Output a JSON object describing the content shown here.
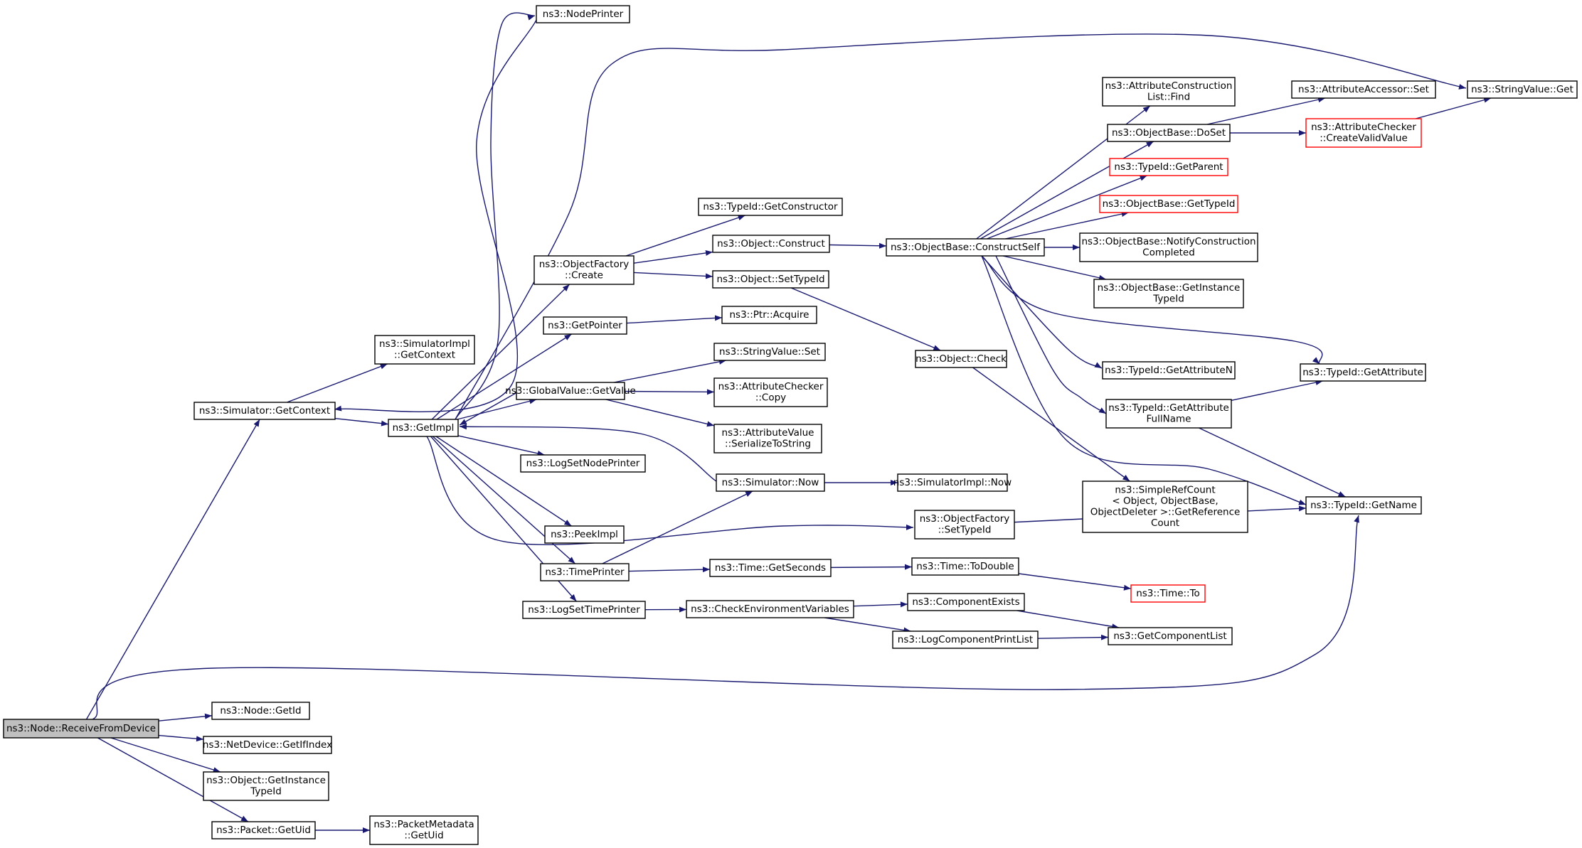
{
  "diagram": {
    "colors": {
      "edge": "#191970",
      "border": "#000000",
      "truncated_border": "#ff0000",
      "root_fill": "#bfbfbf"
    },
    "nodes": [
      {
        "id": "node_receive",
        "lines": [
          "ns3::Node::ReceiveFromDevice"
        ],
        "root": true
      },
      {
        "id": "node_getid",
        "lines": [
          "ns3::Node::GetId"
        ]
      },
      {
        "id": "nd_getifindex",
        "lines": [
          "ns3::NetDevice::GetIfIndex"
        ]
      },
      {
        "id": "obj_getinstancetypeid",
        "lines": [
          "ns3::Object::GetInstance",
          "TypeId"
        ]
      },
      {
        "id": "packet_getuid",
        "lines": [
          "ns3::Packet::GetUid"
        ]
      },
      {
        "id": "pm_getuid",
        "lines": [
          "ns3::PacketMetadata",
          "::GetUid"
        ]
      },
      {
        "id": "sim_getcontext",
        "lines": [
          "ns3::Simulator::GetContext"
        ]
      },
      {
        "id": "simimpl_getcontext",
        "lines": [
          "ns3::SimulatorImpl",
          "::GetContext"
        ]
      },
      {
        "id": "getimpl",
        "lines": [
          "ns3::GetImpl"
        ]
      },
      {
        "id": "nodeprinter",
        "lines": [
          "ns3::NodePrinter"
        ]
      },
      {
        "id": "of_create",
        "lines": [
          "ns3::ObjectFactory",
          "::Create"
        ]
      },
      {
        "id": "getpointer",
        "lines": [
          "ns3::GetPointer"
        ]
      },
      {
        "id": "gv_getvalue",
        "lines": [
          "ns3::GlobalValue::GetValue"
        ]
      },
      {
        "id": "logsetnodeprinter",
        "lines": [
          "ns3::LogSetNodePrinter"
        ]
      },
      {
        "id": "peekimpl",
        "lines": [
          "ns3::PeekImpl"
        ]
      },
      {
        "id": "timeprinter",
        "lines": [
          "ns3::TimePrinter"
        ]
      },
      {
        "id": "logsettimeprinter",
        "lines": [
          "ns3::LogSetTimePrinter"
        ]
      },
      {
        "id": "typeid_getconstructor",
        "lines": [
          "ns3::TypeId::GetConstructor"
        ]
      },
      {
        "id": "obj_construct",
        "lines": [
          "ns3::Object::Construct"
        ]
      },
      {
        "id": "obj_settypeid",
        "lines": [
          "ns3::Object::SetTypeId"
        ]
      },
      {
        "id": "ptr_acquire",
        "lines": [
          "ns3::Ptr::Acquire"
        ]
      },
      {
        "id": "sv_set",
        "lines": [
          "ns3::StringValue::Set"
        ]
      },
      {
        "id": "ac_copy",
        "lines": [
          "ns3::AttributeChecker",
          "::Copy"
        ]
      },
      {
        "id": "av_serialize",
        "lines": [
          "ns3::AttributeValue",
          "::SerializeToString"
        ]
      },
      {
        "id": "sim_now",
        "lines": [
          "ns3::Simulator::Now"
        ]
      },
      {
        "id": "simimpl_now",
        "lines": [
          "ns3::SimulatorImpl::Now"
        ]
      },
      {
        "id": "of_settypeid",
        "lines": [
          "ns3::ObjectFactory",
          "::SetTypeId"
        ]
      },
      {
        "id": "time_getseconds",
        "lines": [
          "ns3::Time::GetSeconds"
        ]
      },
      {
        "id": "time_todouble",
        "lines": [
          "ns3::Time::ToDouble"
        ]
      },
      {
        "id": "time_to",
        "lines": [
          "ns3::Time::To"
        ],
        "truncated": true
      },
      {
        "id": "checkenv",
        "lines": [
          "ns3::CheckEnvironmentVariables"
        ]
      },
      {
        "id": "componentexists",
        "lines": [
          "ns3::ComponentExists"
        ]
      },
      {
        "id": "logcomponentprintlist",
        "lines": [
          "ns3::LogComponentPrintList"
        ]
      },
      {
        "id": "getcomponentlist",
        "lines": [
          "ns3::GetComponentList"
        ]
      },
      {
        "id": "ob_constructself",
        "lines": [
          "ns3::ObjectBase::ConstructSelf"
        ]
      },
      {
        "id": "obj_check",
        "lines": [
          "ns3::Object::Check"
        ]
      },
      {
        "id": "simplerefcount",
        "lines": [
          "ns3::SimpleRefCount",
          "< Object, ObjectBase,",
          "ObjectDeleter >::GetReference",
          "Count"
        ]
      },
      {
        "id": "acl_find",
        "lines": [
          "ns3::AttributeConstruction",
          "List::Find"
        ]
      },
      {
        "id": "ob_doset",
        "lines": [
          "ns3::ObjectBase::DoSet"
        ]
      },
      {
        "id": "typeid_getparent",
        "lines": [
          "ns3::TypeId::GetParent"
        ],
        "truncated": true
      },
      {
        "id": "ob_gettypeid",
        "lines": [
          "ns3::ObjectBase::GetTypeId"
        ],
        "truncated": true
      },
      {
        "id": "ob_notifyconstruction",
        "lines": [
          "ns3::ObjectBase::NotifyConstruction",
          "Completed"
        ]
      },
      {
        "id": "ob_getinstancetypeid",
        "lines": [
          "ns3::ObjectBase::GetInstance",
          "TypeId"
        ]
      },
      {
        "id": "typeid_getattributen",
        "lines": [
          "ns3::TypeId::GetAttributeN"
        ]
      },
      {
        "id": "typeid_getattributefullname",
        "lines": [
          "ns3::TypeId::GetAttribute",
          "FullName"
        ]
      },
      {
        "id": "aa_set",
        "lines": [
          "ns3::AttributeAccessor::Set"
        ]
      },
      {
        "id": "ac_createvalidvalue",
        "lines": [
          "ns3::AttributeChecker",
          "::CreateValidValue"
        ],
        "truncated": true
      },
      {
        "id": "sv_get",
        "lines": [
          "ns3::StringValue::Get"
        ]
      },
      {
        "id": "typeid_getattribute",
        "lines": [
          "ns3::TypeId::GetAttribute"
        ]
      },
      {
        "id": "typeid_getname",
        "lines": [
          "ns3::TypeId::GetName"
        ]
      }
    ]
  }
}
